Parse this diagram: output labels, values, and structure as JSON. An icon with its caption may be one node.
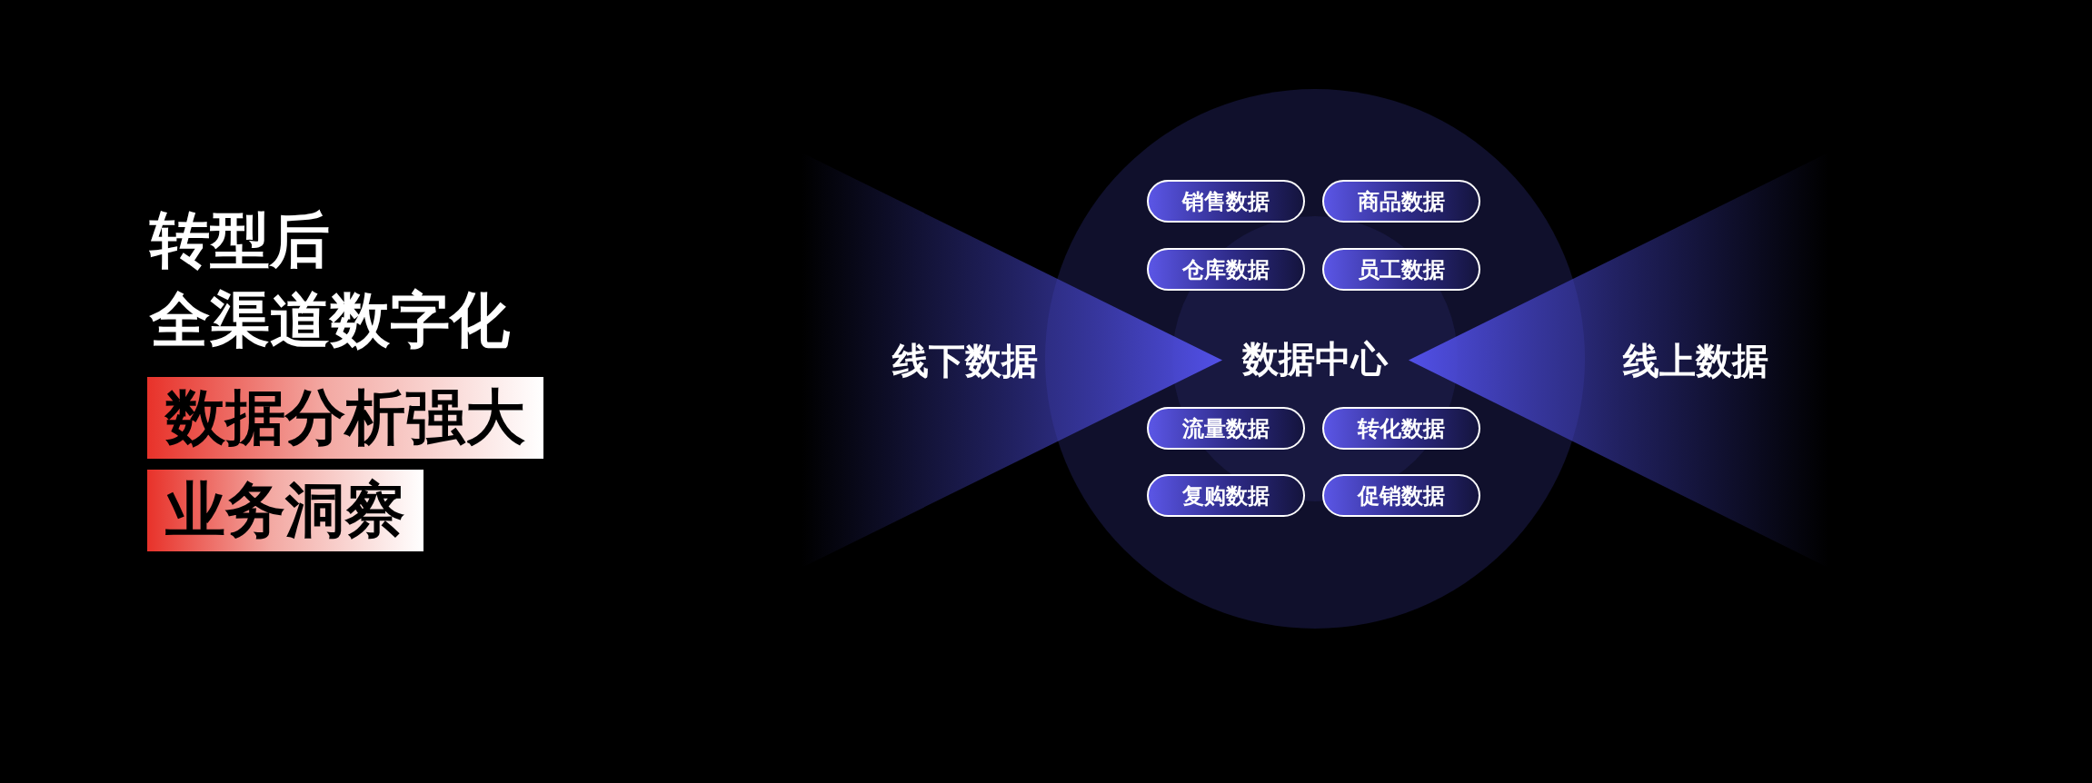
{
  "diagram": {
    "nodes": [
      {
        "text": [
          "线下数据"
        ]
      },
      {
        "text": [
          "数据中心"
        ]
      },
      {
        "text": [
          "销售数据"
        ],
        "in": 1
      },
      {
        "text": [
          "商品数据"
        ],
        "in": 1
      },
      {
        "text": [
          "仓库数据"
        ],
        "in": 1
      },
      {
        "text": [
          "员工数据"
        ],
        "in": 1
      },
      {
        "text": [
          "流量数据"
        ],
        "in": 1
      },
      {
        "text": [
          "转化数据"
        ],
        "in": 1
      },
      {
        "text": [
          "复购数据"
        ],
        "in": 1
      },
      {
        "text": [
          "促销数据"
        ],
        "in": 1
      },
      {
        "text": [
          "线上数据"
        ]
      }
    ],
    "labels": [
      "转型后",
      "全渠道数字化",
      "数据分析强大",
      "业务洞察"
    ]
  }
}
